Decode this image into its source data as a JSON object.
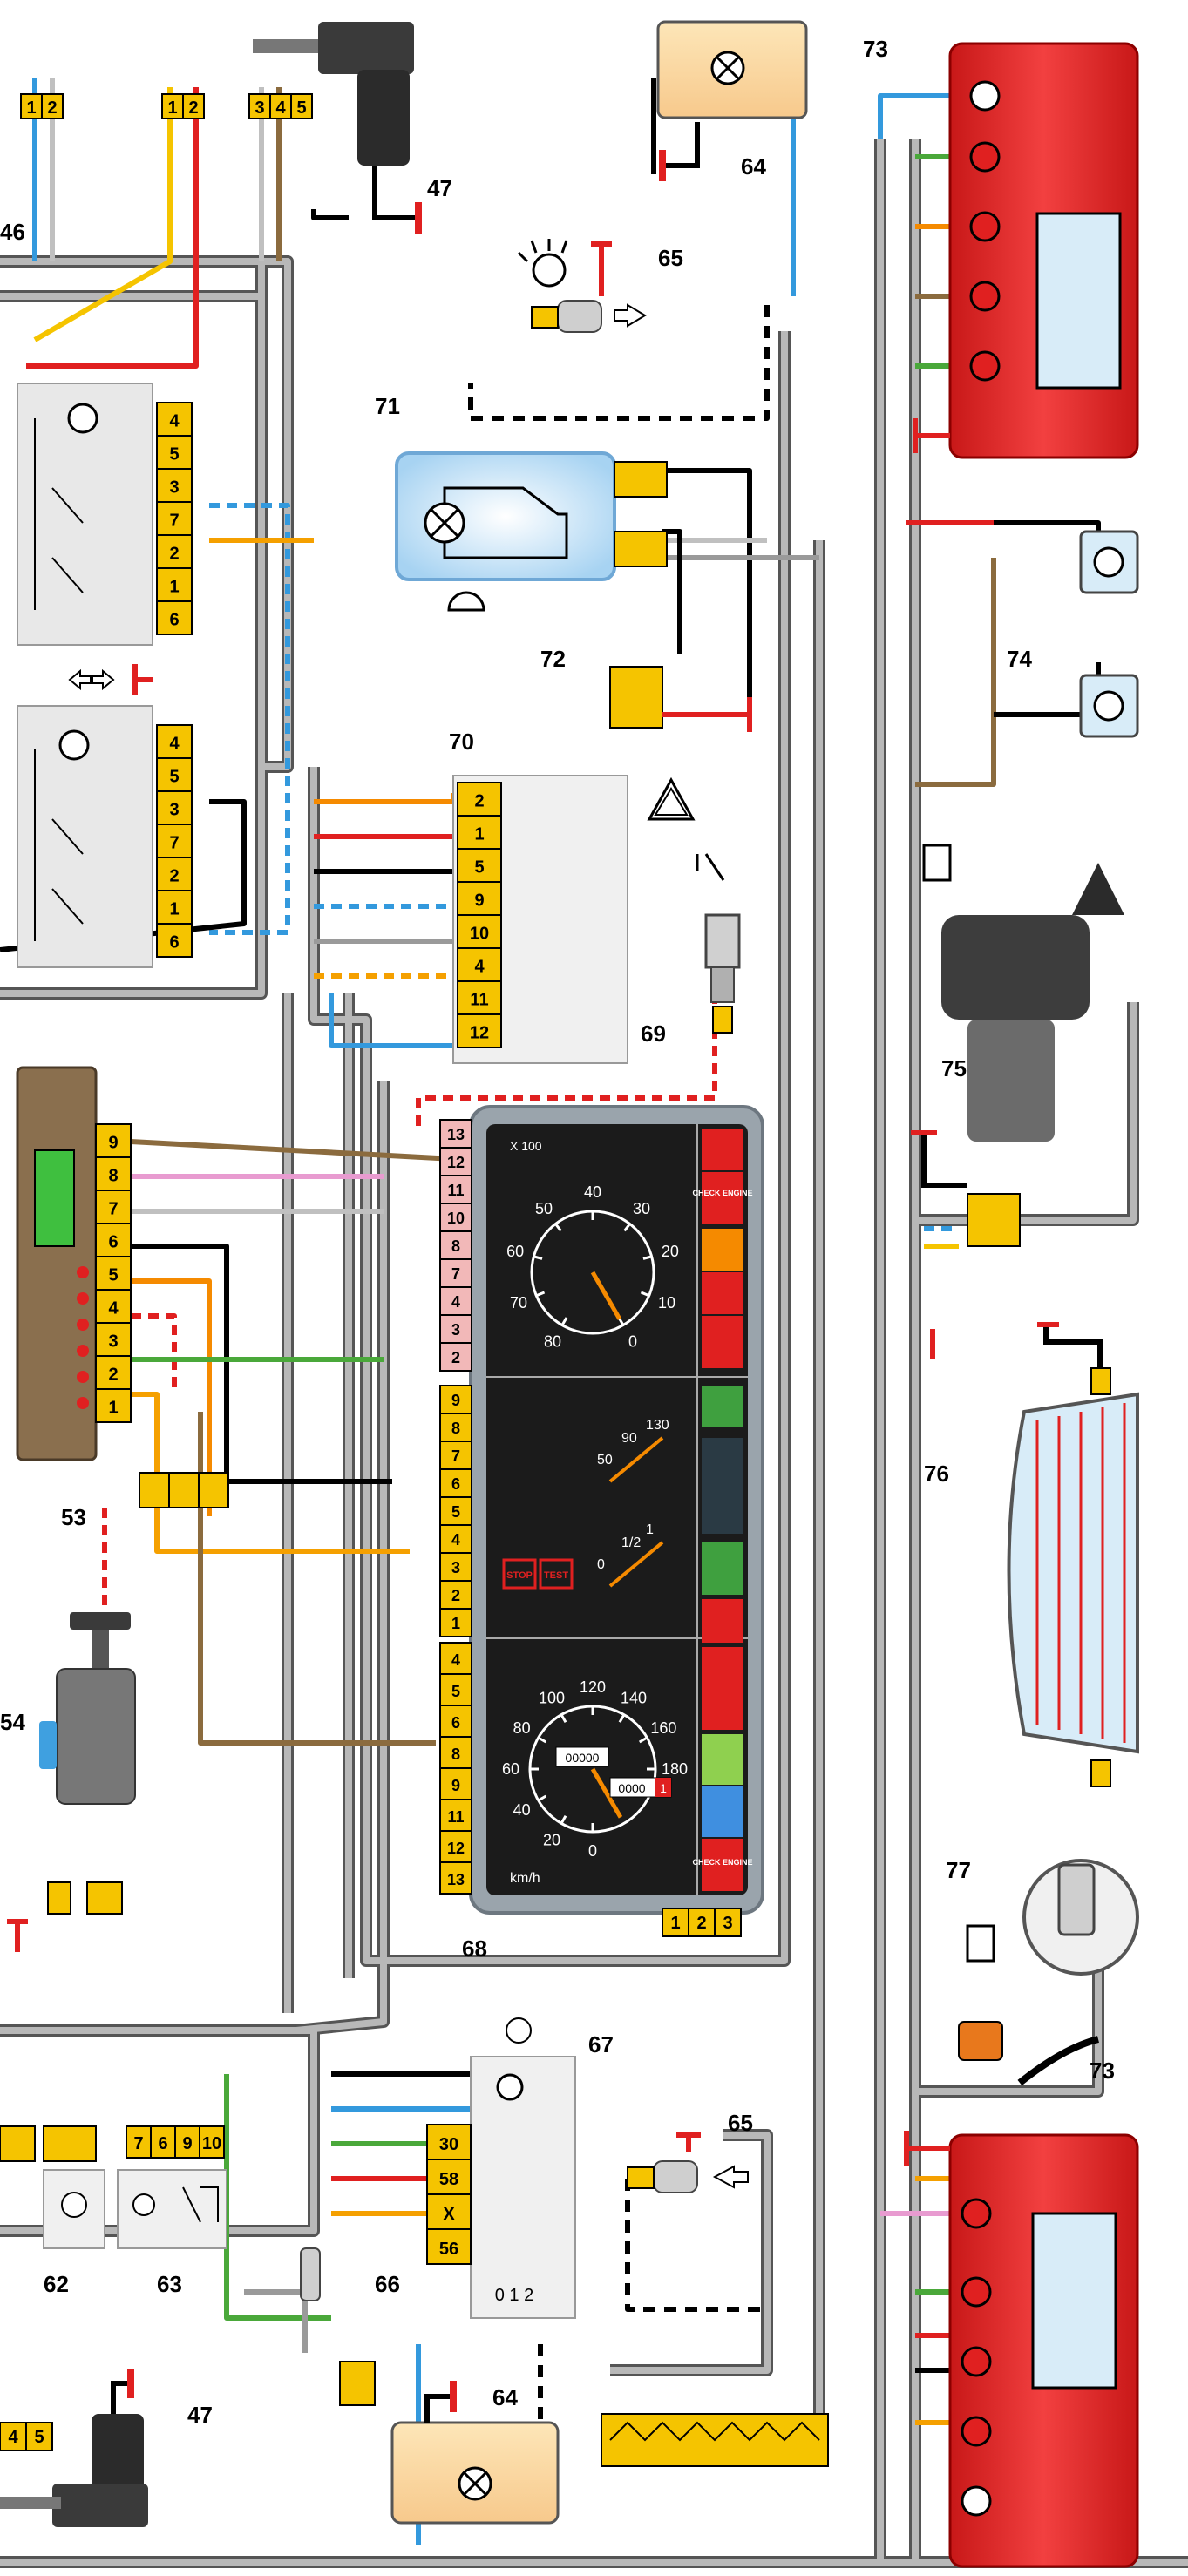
{
  "diagram": {
    "component_numbers": {
      "c46": "46",
      "c47_top": "47",
      "c47_bottom": "47",
      "c53": "53",
      "c54": "54",
      "c62": "62",
      "c63": "63",
      "c64_top": "64",
      "c64_bottom": "64",
      "c65_top": "65",
      "c65_bottom": "65",
      "c66": "66",
      "c67": "67",
      "c68": "68",
      "c69": "69",
      "c70": "70",
      "c71": "71",
      "c72": "72",
      "c73_top": "73",
      "c73_bottom": "73",
      "c74": "74",
      "c75": "75",
      "c76": "76",
      "c77": "77"
    },
    "connectors": {
      "top_a": [
        "1",
        "2"
      ],
      "top_b": [
        "1",
        "2"
      ],
      "top_c": [
        "3",
        "4",
        "5"
      ],
      "bottom_left": [
        "4",
        "5"
      ],
      "conn63": [
        "7",
        "6",
        "9",
        "10"
      ],
      "bottom_right": [
        "1",
        "2",
        "3"
      ]
    },
    "switch_upper_pins": [
      "4",
      "5",
      "3",
      "7",
      "2",
      "1",
      "6"
    ],
    "switch_lower_pins": [
      "4",
      "5",
      "3",
      "7",
      "2",
      "1",
      "6"
    ],
    "switch70_pins": [
      "2",
      "1",
      "5",
      "9",
      "10",
      "4",
      "11",
      "12"
    ],
    "unit53_pins": [
      "9",
      "8",
      "7",
      "6",
      "5",
      "4",
      "3",
      "2",
      "1"
    ],
    "cluster_left_pins_a": [
      "13",
      "12",
      "11",
      "10",
      "8",
      "7",
      "4",
      "3",
      "2"
    ],
    "cluster_left_pins_b": [
      "9",
      "8",
      "7",
      "6",
      "5",
      "4",
      "3",
      "2",
      "1"
    ],
    "cluster_left_pins_c": [
      "4",
      "5",
      "6",
      "8",
      "9",
      "11",
      "12",
      "13"
    ],
    "switch67_pins": [
      "30",
      "58",
      "X",
      "56"
    ],
    "switch67_positions": "0 1 2",
    "tach": {
      "multiplier": "X 100",
      "ticks": [
        "0",
        "10",
        "20",
        "30",
        "40",
        "50",
        "60",
        "70",
        "80"
      ]
    },
    "speedo": {
      "unit": "km/h",
      "ticks": [
        "0",
        "20",
        "40",
        "60",
        "80",
        "100",
        "120",
        "140",
        "160",
        "180"
      ],
      "odometer": "00000",
      "trip": "0000",
      "trip_last": "1"
    },
    "gauges": {
      "temp_ticks": [
        "50",
        "90",
        "130"
      ],
      "fuel_ticks": [
        "0",
        "1/2",
        "1"
      ]
    },
    "buttons": {
      "stop": "STOP",
      "test": "TEST"
    },
    "warnings": {
      "check_engine_top": "CHECK ENGINE",
      "check_engine_bottom": "CHECK ENGINE"
    },
    "colors": {
      "harness": "#8a8a8a",
      "connector": "#f5c400",
      "lamp_red": "#e02020",
      "lamp_blue": "#d8ecf8",
      "cluster": "#1b1b1b",
      "ground": "#d81818"
    }
  }
}
